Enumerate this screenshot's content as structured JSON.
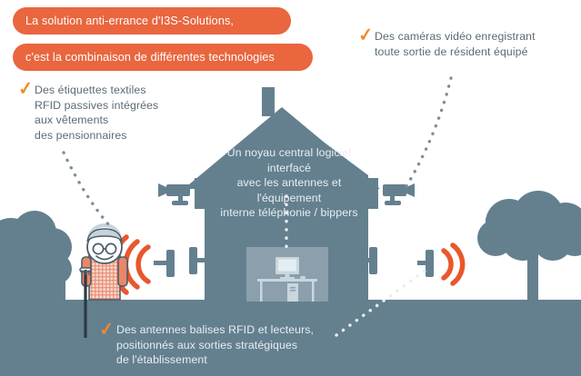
{
  "meta": {
    "colors": {
      "orange": "#e9663f",
      "orange_check": "#f08a2e",
      "slate": "#64808f",
      "slate_dark": "#5f7a89",
      "panel": "#8ba0ac",
      "text_gray": "#5a6b76",
      "text_light": "#e9eef1",
      "white": "#ffffff"
    }
  },
  "banners": [
    {
      "id": "banner-1",
      "text": "La solution anti-errance d'I3S-Solutions,"
    },
    {
      "id": "banner-2",
      "text": "c'est la combinaison de différentes technologies"
    }
  ],
  "callouts": [
    {
      "id": "callout-rfid-tags",
      "text": "Des étiquettes textiles\nRFID passives intégrées\naux vêtements\ndes pensionnaires",
      "has_check": true,
      "tone": "light-bg"
    },
    {
      "id": "callout-cameras",
      "text": "Des caméras vidéo enregistrant\ntoute sortie de résident équipé",
      "has_check": true,
      "tone": "light-bg"
    },
    {
      "id": "callout-software-core",
      "text": "Un noyau central logiciel interfacé\navec les antennes et l'équipement\ninterne téléphonie / bippers",
      "has_check": false,
      "tone": "dark-bg"
    },
    {
      "id": "callout-antennas",
      "text": "Des antennes balises RFID et lecteurs,\npositionnés aux sorties stratégiques\nde l'établissement",
      "has_check": true,
      "tone": "dark-bg"
    }
  ],
  "scene": {
    "house": "house-silhouette",
    "chimney": "chimney",
    "cameras": [
      "camera-left",
      "camera-right"
    ],
    "antennas": [
      "antenna-left-wall",
      "antenna-right-wall",
      "antenna-inside-left",
      "antenna-inside-right"
    ],
    "rfid_waves": [
      "rfid-waves-left",
      "rfid-waves-right"
    ],
    "resident": "elderly-resident-with-cane",
    "computer": "desk-computer-workstation",
    "trees": [
      "bush-left",
      "tree-right"
    ],
    "ground": "ground-band",
    "leaders": [
      "leader-tags",
      "leader-cameras",
      "leader-core",
      "leader-antennas"
    ]
  }
}
